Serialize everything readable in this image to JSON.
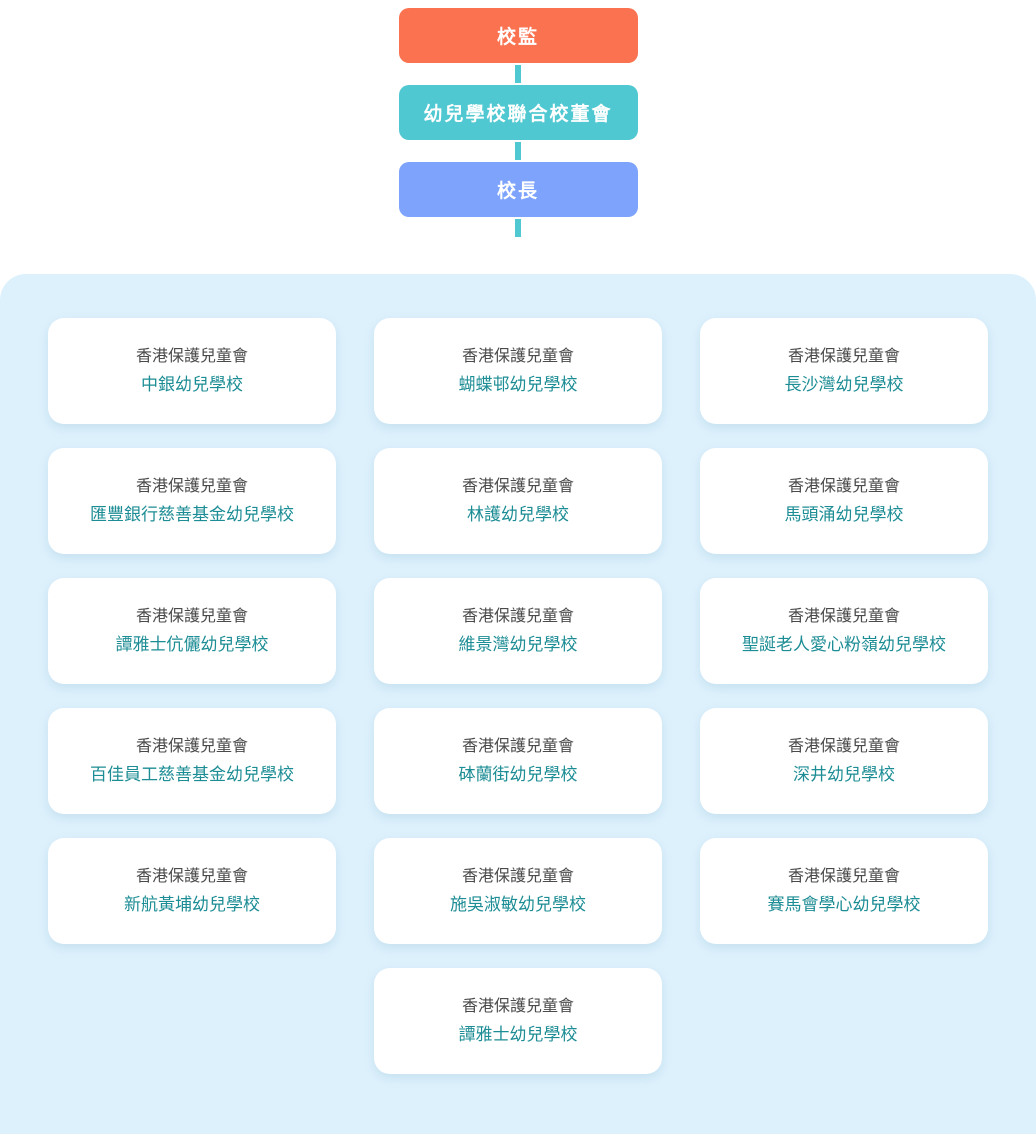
{
  "hierarchy": {
    "supervisor": {
      "label": "校監",
      "color": "#fa7250"
    },
    "board": {
      "label": "幼兒學校聯合校董會",
      "color": "#4fc8d1"
    },
    "principal": {
      "label": "校長",
      "color": "#7da3fd"
    },
    "connector_color": "#4fc8d1"
  },
  "panel": {
    "background": "#ddf1fc",
    "org_name_color": "#4a4a4a",
    "school_name_color": "#1d8d95"
  },
  "columns": [
    {
      "cards": [
        {
          "org": "香港保護兒童會",
          "school": "中銀幼兒學校"
        },
        {
          "org": "香港保護兒童會",
          "school": "匯豐銀行慈善基金幼兒學校"
        },
        {
          "org": "香港保護兒童會",
          "school": "譚雅士伉儷幼兒學校"
        },
        {
          "org": "香港保護兒童會",
          "school": "百佳員工慈善基金幼兒學校"
        },
        {
          "org": "香港保護兒童會",
          "school": "新航黃埔幼兒學校"
        }
      ]
    },
    {
      "cards": [
        {
          "org": "香港保護兒童會",
          "school": "蝴蝶邨幼兒學校"
        },
        {
          "org": "香港保護兒童會",
          "school": "林護幼兒學校"
        },
        {
          "org": "香港保護兒童會",
          "school": "維景灣幼兒學校"
        },
        {
          "org": "香港保護兒童會",
          "school": "砵蘭街幼兒學校"
        },
        {
          "org": "香港保護兒童會",
          "school": "施吳淑敏幼兒學校"
        },
        {
          "org": "香港保護兒童會",
          "school": "譚雅士幼兒學校"
        }
      ]
    },
    {
      "cards": [
        {
          "org": "香港保護兒童會",
          "school": "長沙灣幼兒學校"
        },
        {
          "org": "香港保護兒童會",
          "school": "馬頭涌幼兒學校"
        },
        {
          "org": "香港保護兒童會",
          "school": "聖誕老人愛心粉嶺幼兒學校"
        },
        {
          "org": "香港保護兒童會",
          "school": "深井幼兒學校"
        },
        {
          "org": "香港保護兒童會",
          "school": "賽馬會學心幼兒學校"
        }
      ]
    }
  ]
}
